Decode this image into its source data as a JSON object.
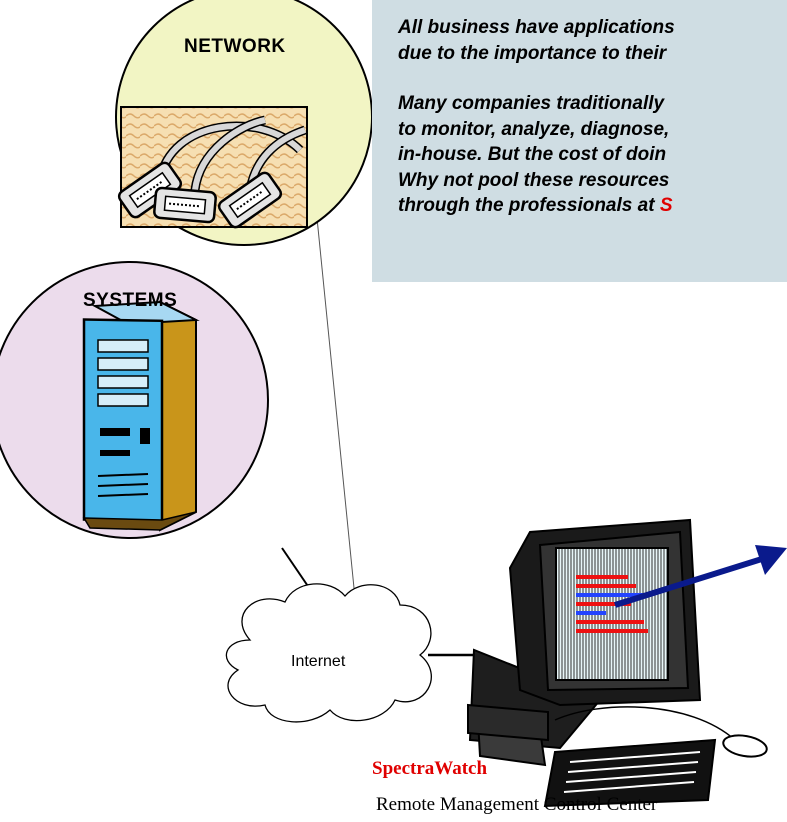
{
  "textbox": {
    "line1": "All business have applications",
    "line2": "due to the importance to their",
    "line3": "Many companies traditionally",
    "line4": "to monitor, analyze, diagnose,",
    "line5": "in-house.  But the cost of doin",
    "line6": "Why not pool these resources",
    "line7": "through the professionals at ",
    "line7_red": "S"
  },
  "network": {
    "label": "NETWORK"
  },
  "systems": {
    "label": "SYSTEMS"
  },
  "internet": {
    "label": "Internet"
  },
  "control_center": {
    "brand": "SpectraWatch",
    "caption": "Remote Management Control Center"
  },
  "colors": {
    "textbox_bg": "#cfdde3",
    "network_circle": "#f2f5c4",
    "systems_circle": "#ecdcec",
    "brand_red": "#e00000",
    "arrow_blue": "#0a1a8c"
  }
}
